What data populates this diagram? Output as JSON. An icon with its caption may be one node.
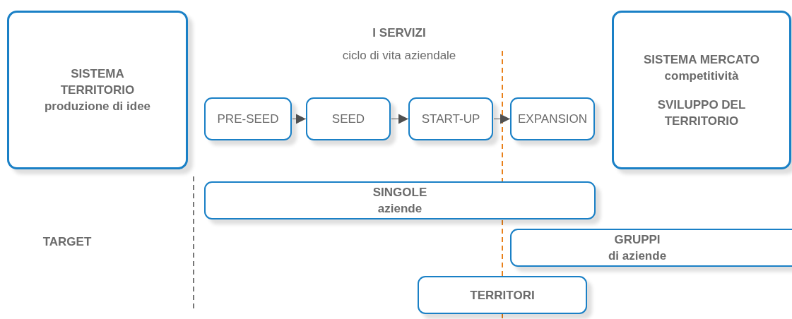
{
  "diagram": {
    "title": "I SERVIZI",
    "nodes": [
      {
        "text": [
          "SISTEMA TERRITORIO",
          "produzione di idee"
        ]
      },
      {
        "text": [
          "PRE-SEED"
        ]
      },
      {
        "text": [
          "SEED"
        ]
      },
      {
        "text": [
          "START-UP"
        ]
      },
      {
        "text": [
          "EXPANSION"
        ]
      },
      {
        "text": [
          "SISTEMA MERCATO",
          "competitività",
          "SVILUPPO DEL TERRITORIO"
        ]
      },
      {
        "text": [
          "SINGOLE",
          "aziende"
        ]
      },
      {
        "text": [
          "GRUPPI",
          "di aziende"
        ]
      },
      {
        "text": [
          "TERRITORI"
        ]
      }
    ],
    "edges": [
      {
        "from": 1,
        "to": 2,
        "arrow": "to"
      },
      {
        "from": 2,
        "to": 3,
        "arrow": "to"
      },
      {
        "from": 3,
        "to": 4,
        "arrow": "to"
      }
    ],
    "labels": [
      "ciclo di vita aziendale",
      "TARGET"
    ]
  }
}
